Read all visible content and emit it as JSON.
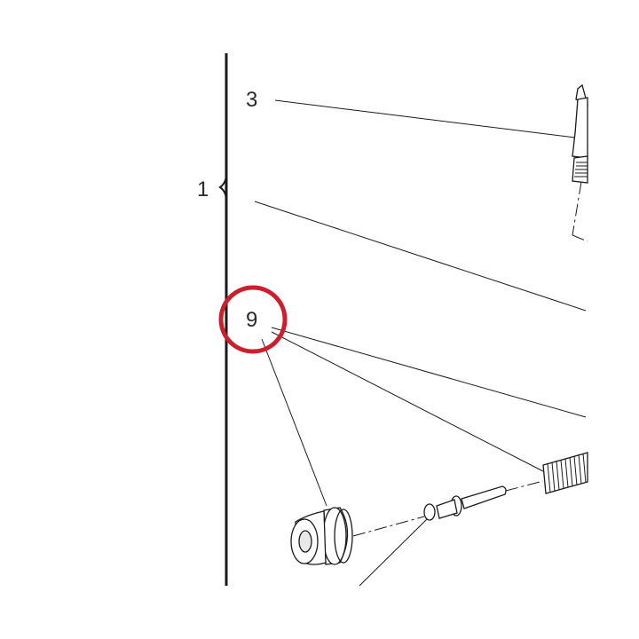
{
  "callouts": {
    "assembly": "1",
    "part_top": "3",
    "part_highlight": "9"
  },
  "colors": {
    "line": "#1a1a1a",
    "highlight": "#cc1f2d",
    "background": "#ffffff"
  },
  "icons": [
    "highlight-circle-icon",
    "brace-icon"
  ]
}
